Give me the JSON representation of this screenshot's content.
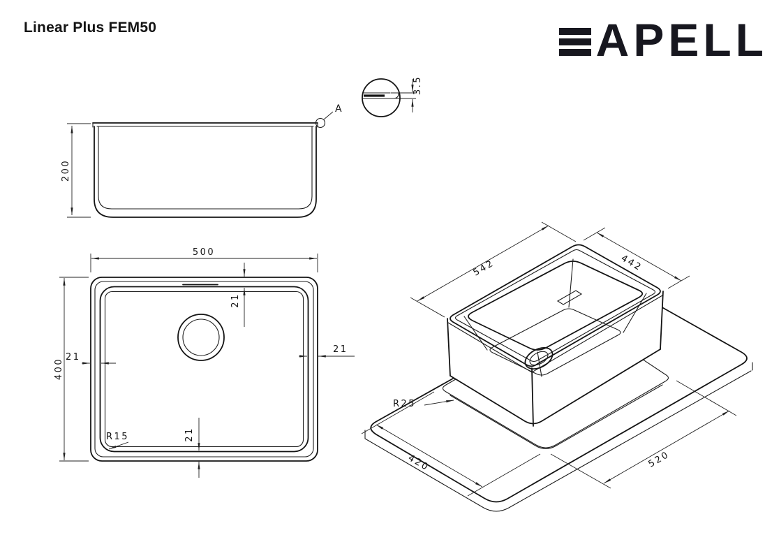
{
  "header": {
    "title": "Linear Plus FEM50",
    "brand": "APELL"
  },
  "colors": {
    "ink": "#1a1a1a",
    "brand": "#17171f"
  },
  "side_view": {
    "height": "200",
    "detail_label": "A"
  },
  "detail_view": {
    "thickness": "3.5"
  },
  "plan_view": {
    "width": "500",
    "height": "400",
    "rim_top": "21",
    "rim_right": "21",
    "rim_left": "21",
    "rim_bottom": "21",
    "corner_radius": "R15"
  },
  "iso_view": {
    "rim_length": "542",
    "rim_width": "442",
    "cutout_radius": "R25",
    "cutout_length": "520",
    "cutout_width": "420"
  }
}
